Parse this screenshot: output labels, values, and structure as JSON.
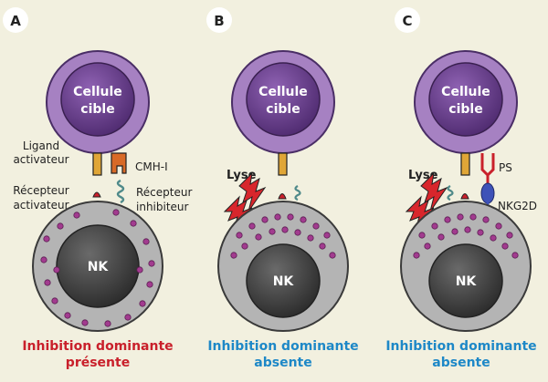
{
  "panels": [
    {
      "letter": "A",
      "target_label_1": "Cellule",
      "target_label_2": "cible",
      "nk_label": "NK",
      "annotations": {
        "ligand_1": "Ligand",
        "ligand_2": "activateur",
        "receptor_1": "Récepteur",
        "receptor_2": "activateur",
        "mhc": "CMH-I",
        "inhib_1": "Récepteur",
        "inhib_2": "inhibiteur"
      },
      "caption_1": "Inhibition dominante",
      "caption_2": "présente",
      "caption_color": "#c9202b"
    },
    {
      "letter": "B",
      "target_label_1": "Cellule",
      "target_label_2": "cible",
      "nk_label": "NK",
      "lyse": "Lyse",
      "caption_1": "Inhibition dominante",
      "caption_2": "absente",
      "caption_color": "#1e88c7"
    },
    {
      "letter": "C",
      "target_label_1": "Cellule",
      "target_label_2": "cible",
      "nk_label": "NK",
      "lyse": "Lyse",
      "annotations": {
        "ps": "PS",
        "nkg2d": "NKG2D"
      },
      "caption_1": "Inhibition dominante",
      "caption_2": "absente",
      "caption_color": "#1e88c7"
    }
  ],
  "colors": {
    "background": "#f2f0df",
    "target_ring": "#a681c2",
    "target_core": "#6a3b8e",
    "nk_ring": "#b4b4b4",
    "nk_core": "#4a4a4a",
    "granule": "#a23b8f",
    "lightning": "#d8262c",
    "ligand": "#e0a637",
    "receptor_red": "#c9202b",
    "mhc_orange": "#d86a27",
    "inhib_teal": "#4f8a8a",
    "nkg2d_blue": "#3e52b8"
  }
}
